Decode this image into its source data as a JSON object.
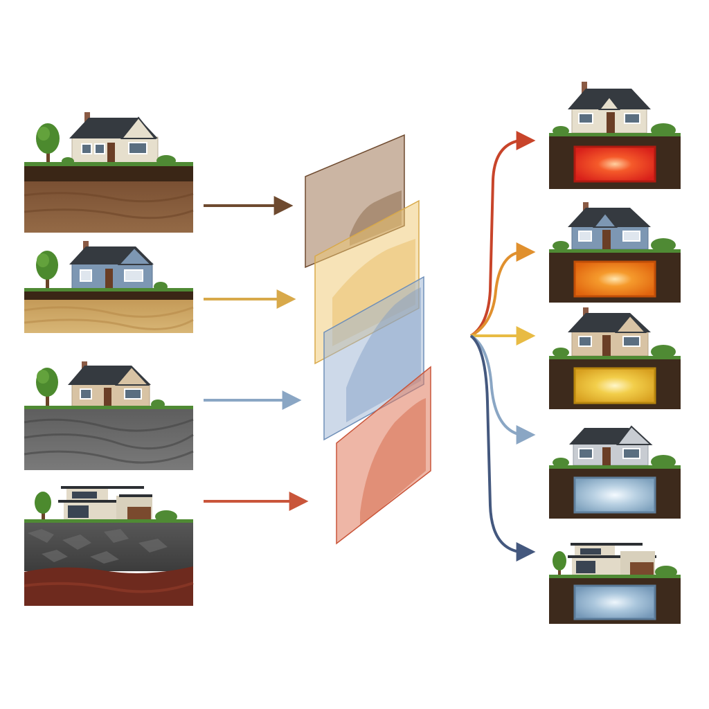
{
  "colors": {
    "background": "#ffffff",
    "grass": "#4f8a34",
    "house_roof": "#353a40",
    "house_door": "#6a3e26",
    "topsoil": "#3a2616",
    "basement_earth": "#3d2a1c",
    "series": [
      "#6e4a2f",
      "#d8a94a",
      "#8aa6c4",
      "#c9553a"
    ],
    "outputs": [
      "#c8442a",
      "#e0902e",
      "#e8bb44",
      "#8aa6c4",
      "#44587e"
    ]
  },
  "soil_samples": [
    {
      "id": "brown-loam-soil",
      "house": "house-siding-icon",
      "siding": "#e6dfcd",
      "soil": "#8a5e3c",
      "soil_dark": "#6b4427",
      "layer": "brown-soil-layer"
    },
    {
      "id": "sandy-soil",
      "house": "house-blue-icon",
      "siding": "#7d97b3",
      "soil": "#cfa867",
      "soil_dark": "#b88b4a",
      "layer": "tan-soil-layer"
    },
    {
      "id": "gray-shale",
      "house": "house-beige-icon",
      "siding": "#d8c3a4",
      "soil": "#6a6a6a",
      "soil_dark": "#4d4d4d",
      "layer": "gray-soil-layer"
    },
    {
      "id": "rocky-clay",
      "house": "modern-house-icon",
      "siding": "#e2dac8",
      "soil": "#4e4e4e",
      "soil_dark": "#6e2a1e",
      "layer": "rust-soil-layer"
    }
  ],
  "layers": [
    {
      "name": "brown-soil-layer",
      "fill": "#a07858",
      "edge": "#6e4a2f"
    },
    {
      "name": "tan-soil-layer",
      "fill": "#f0c870",
      "edge": "#d8a94a"
    },
    {
      "name": "blue-soil-layer",
      "fill": "#9cb4d4",
      "edge": "#6f8fb8"
    },
    {
      "name": "rust-soil-layer",
      "fill": "#e07a5c",
      "edge": "#c9553a"
    }
  ],
  "basement_outcomes": [
    {
      "id": "red-glow-basement",
      "glow": "#f0361a",
      "glow_light": "#ffb070"
    },
    {
      "id": "orange-glow-basement",
      "glow": "#f07a14",
      "glow_light": "#ffd080"
    },
    {
      "id": "yellow-glow-basement",
      "glow": "#e8b428",
      "glow_light": "#fff0a0"
    },
    {
      "id": "light-blue-basement",
      "glow": "#8ab0cc",
      "glow_light": "#eaf4fb"
    },
    {
      "id": "pale-blue-basement",
      "glow": "#7ea4c4",
      "glow_light": "#e4f0f8"
    }
  ]
}
